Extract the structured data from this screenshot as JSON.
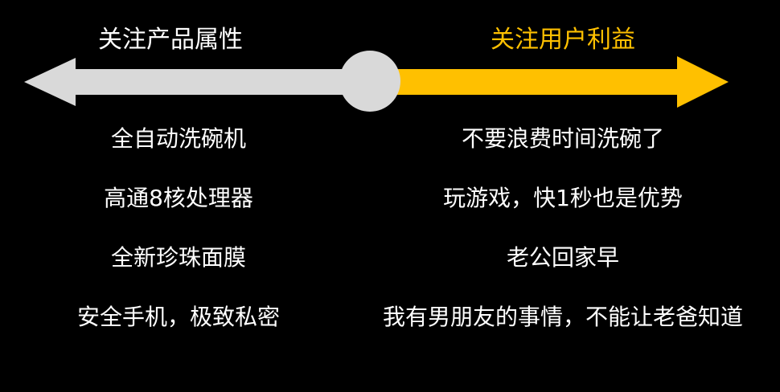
{
  "left": {
    "heading": "关注产品属性",
    "items": [
      "全自动洗碗机",
      "高通8核处理器",
      "全新珍珠面膜",
      "安全手机，极致私密"
    ]
  },
  "right": {
    "heading": "关注用户利益",
    "items": [
      "不要浪费时间洗碗了",
      "玩游戏，快1秒也是优势",
      "老公回家早",
      "我有男朋友的事情，不能让老爸知道"
    ]
  },
  "colors": {
    "background": "#000000",
    "left_arrow": "#d9d9d9",
    "right_arrow": "#ffc000",
    "center_circle": "#d9d9d9",
    "left_text": "#ffffff",
    "right_heading": "#ffc000"
  }
}
